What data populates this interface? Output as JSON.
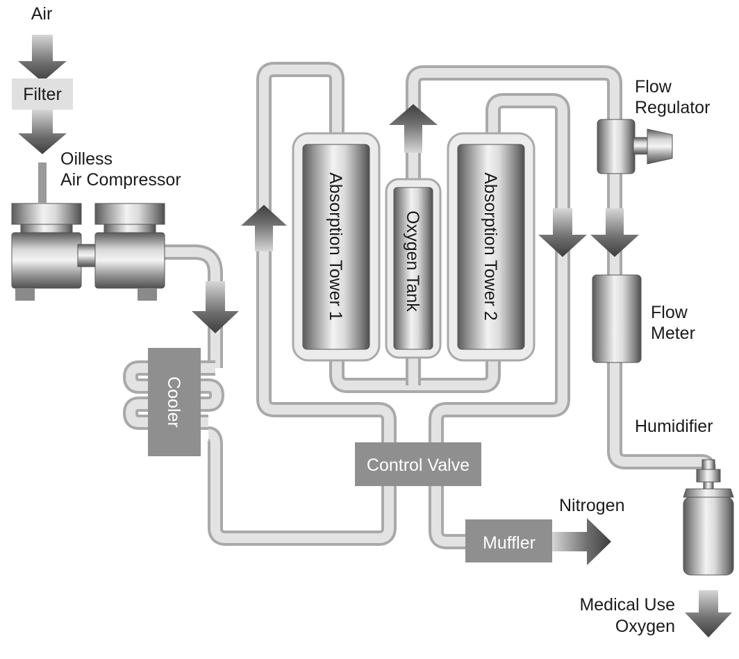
{
  "labels": {
    "air": "Air",
    "filter": "Filter",
    "compressor_line1": "Oilless",
    "compressor_line2": "Air Compressor",
    "cooler": "Cooler",
    "tower1": "Absorption Tower 1",
    "oxygen_tank": "Oxygen Tank",
    "tower2": "Absorption Tower 2",
    "flow_regulator_line1": "Flow",
    "flow_regulator_line2": "Regulator",
    "flow_meter_line1": "Flow",
    "flow_meter_line2": "Meter",
    "humidifier": "Humidifier",
    "control_valve": "Control Valve",
    "muffler": "Muffler",
    "nitrogen": "Nitrogen",
    "output_line1": "Medical Use",
    "output_line2": "Oxygen"
  },
  "colors": {
    "pipe_outline": "#a9a9a9",
    "pipe_fill": "#e3e3e3",
    "component_box": "#8f8f8f",
    "arrow": "#4a4a4a",
    "text": "#1a1a1a"
  }
}
